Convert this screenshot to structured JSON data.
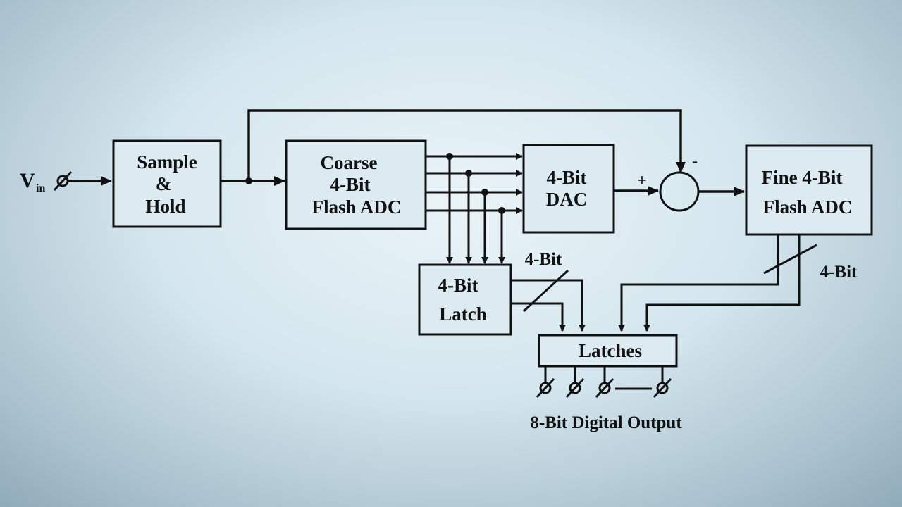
{
  "input": {
    "label_main": "V",
    "label_sub": "in"
  },
  "blocks": {
    "sample_hold": {
      "line1": "Sample",
      "line2": "&",
      "line3": "Hold"
    },
    "coarse_adc": {
      "line1": "Coarse",
      "line2": "4-Bit",
      "line3": "Flash ADC"
    },
    "dac": {
      "line1": "4-Bit",
      "line2": "DAC"
    },
    "fine_adc": {
      "line1": "Fine 4-Bit",
      "line2": "Flash ADC"
    },
    "latch_4bit": {
      "line1": "4-Bit",
      "line2": "Latch"
    },
    "latches": {
      "label": "Latches"
    }
  },
  "summer": {
    "plus": "+",
    "minus": "-"
  },
  "bus_labels": {
    "latch_bus": "4-Bit",
    "fine_bus": "4-Bit"
  },
  "output": {
    "label": "8-Bit Digital Output"
  },
  "colors": {
    "stroke": "#111111",
    "block_fill": "#dcebf2"
  }
}
